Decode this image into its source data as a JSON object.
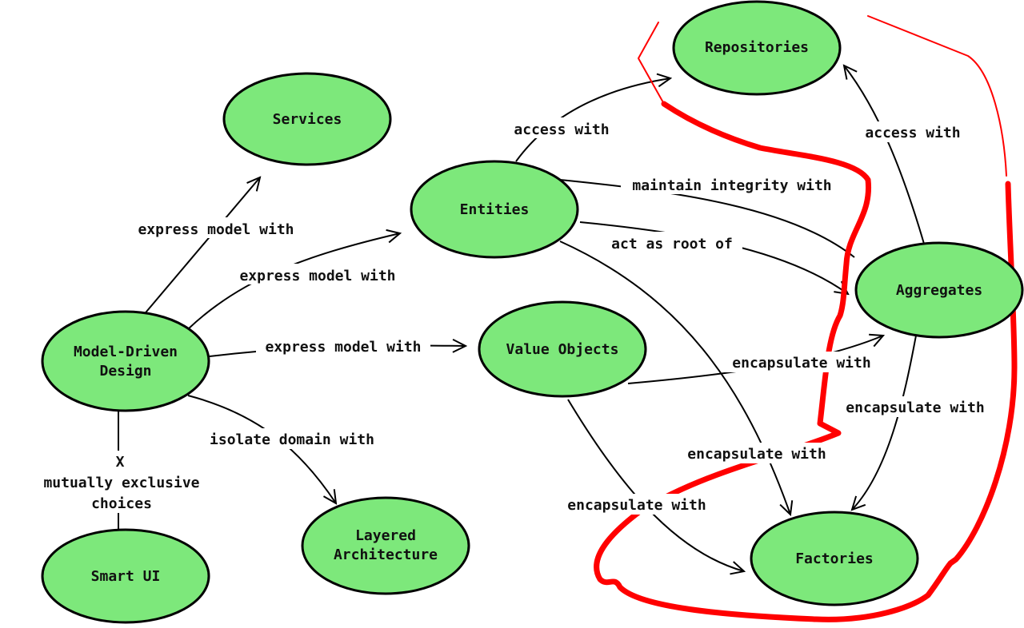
{
  "nodes": {
    "services": "Services",
    "entities": "Entities",
    "repositories": "Repositories",
    "aggregates": "Aggregates",
    "value_objects": "Value Objects",
    "model_driven_design": [
      "Model-Driven",
      "Design"
    ],
    "layered_architecture": [
      "Layered",
      "Architecture"
    ],
    "factories": "Factories",
    "smart_ui": "Smart UI"
  },
  "edges": {
    "mdd_services": "express model with",
    "mdd_entities": "express model with",
    "mdd_value_objects": "express model with",
    "mdd_layered": "isolate domain with",
    "mdd_smart_ui": [
      "X",
      "mutually exclusive",
      "choices"
    ],
    "entities_repositories": "access with",
    "entities_aggregates_integrity": "maintain integrity with",
    "entities_aggregates_root": "act as root of",
    "entities_factories": "encapsulate with",
    "value_objects_aggregates": "encapsulate with",
    "value_objects_factories": "encapsulate with",
    "aggregates_repositories": "access with",
    "aggregates_factories": "encapsulate with"
  },
  "colors": {
    "node_fill": "#7de87b",
    "node_stroke": "#000000",
    "annotation": "#ff0000"
  }
}
